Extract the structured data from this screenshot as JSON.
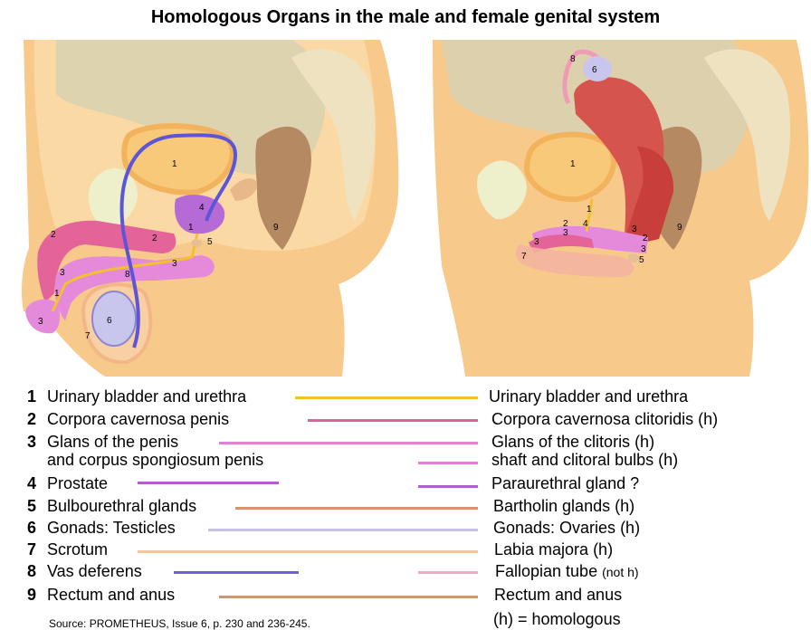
{
  "title": "Homologous Organs in the male and female genital system",
  "figure_labels": {
    "male": [
      "1",
      "2",
      "2",
      "3",
      "3",
      "1",
      "3",
      "4",
      "1",
      "5",
      "6",
      "7",
      "8",
      "9"
    ],
    "female": [
      "8",
      "6",
      "1",
      "2",
      "3",
      "4",
      "1",
      "2",
      "3",
      "3",
      "5",
      "3",
      "7",
      "9"
    ]
  },
  "legend": [
    {
      "num": "1",
      "male": "Urinary bladder and urethra",
      "female": "Urinary bladder and urethra",
      "color": "#f2c12e"
    },
    {
      "num": "2",
      "male": "Corpora cavernosa penis",
      "female": "Corpora cavernosa clitoridis (h)",
      "color": "#e0609a"
    },
    {
      "num": "3",
      "male": "Glans of the penis",
      "male2": "and corpus spongiosum penis",
      "female": "Glans of the clitoris  (h)",
      "female2": "shaft and clitoral bulbs (h)",
      "color": "#e27fd6"
    },
    {
      "num": "4",
      "male": "Prostate",
      "female": "Paraurethral gland ?",
      "color": "#b35ed0"
    },
    {
      "num": "5",
      "male": "Bulbourethral glands",
      "female": "Bartholin glands  (h)",
      "color": "#d9926b"
    },
    {
      "num": "6",
      "male": "Gonads: Testicles",
      "female": "Gonads: Ovaries (h)",
      "color": "#c6c3e6"
    },
    {
      "num": "7",
      "male": "Scrotum",
      "female": "Labia majora  (h)",
      "color": "#f5c49a"
    },
    {
      "num": "8",
      "male": "Vas deferens",
      "female": "Fallopian tube",
      "female_note": "(not h)",
      "color": "#6b61d8",
      "color_f": "#f3a9c0"
    },
    {
      "num": "9",
      "male": "Rectum and anus",
      "female": "Rectum and anus",
      "color": "#c49a7a"
    }
  ],
  "footer": {
    "source": "Source: PROMETHEUS, Issue 6, p. 230 and 236-245.",
    "homologous": "(h) = homologous"
  }
}
